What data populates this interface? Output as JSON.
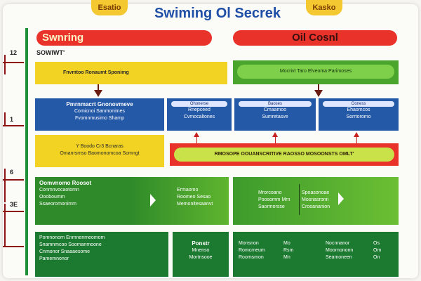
{
  "header": {
    "title": "Swiming Ol Secrek",
    "badge_left": "Esatio",
    "badge_right": "Kasko"
  },
  "bars": {
    "left": "Swnring",
    "right": "Oil Cosnl"
  },
  "subhead": "SOWIWT'",
  "axis_labels": [
    "12",
    "1",
    "6",
    "3E"
  ],
  "rows": {
    "r1_left": "Fnvmtoo Ronaumt Sponimg",
    "r1_right": "Mocrivt Taro Elveoma Parimoses",
    "r2_left_lines": [
      "Pmrnmacrt Gnonovmeve",
      "Comicnoi Sanmonimes",
      "Fvomnmusimo Shamp"
    ],
    "r2_boxes": [
      {
        "pill": "Ohonerse",
        "lines": [
          "Rnepceed",
          "Cvmocaltones"
        ]
      },
      {
        "pill": "Baoses",
        "lines": [
          "Cmaamoo",
          "Sumretasve"
        ]
      },
      {
        "pill": "Ooness",
        "lines": [
          "Ehaomcos",
          "Sorrtoromo"
        ]
      }
    ],
    "r3_left_lines": [
      "Y Boodo Cr3 Bcnaras",
      "Omanrsmso Baomonomcoa Somngt"
    ],
    "r3_right": "RMOSOPE OOUANSCRITIVE RAOSSO MOSOONSTS OMLT'",
    "r4_left_lines": [
      "Oomvnomo Roosot",
      "Conmnvocaotomn",
      "Oooboumm",
      "Ssaeoromonimm"
    ],
    "r4_mid_lines": [
      "Ermaomo",
      "Roomeo Sesao",
      "Memonitesaanvt"
    ],
    "r4_right_a": [
      "Mrorcoano",
      "Poosomm Mrn",
      "Saormorsse"
    ],
    "r4_right_b": [
      "Spoasonoae",
      "Mosnasronn",
      "Crooananion"
    ],
    "r5_left_lines": [
      "Pomnonorn Enmnenmeomom",
      "Snamnmcoo Soomanmoone",
      "Cnmonor Snaaaesome",
      "Pamemnonor"
    ],
    "r5_mid_lines": [
      "Ponstr",
      "Mnenso",
      "Mortnsooe"
    ],
    "r5_right_cols": [
      [
        "Monsnon",
        "Romcmeum",
        "Roomsmon"
      ],
      [
        "Mo",
        "Rsm",
        "Mn"
      ],
      [
        "Nocnnanor",
        "Moornononn",
        "Seamoneen"
      ],
      [
        "Os",
        "Om",
        "On"
      ]
    ]
  }
}
